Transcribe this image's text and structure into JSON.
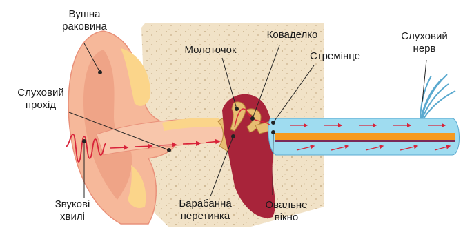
{
  "labels": {
    "outer_ear": {
      "line1": "Вушна",
      "line2": "раковина"
    },
    "ear_canal": {
      "line1": "Слуховий",
      "line2": "прохід"
    },
    "sound_waves": {
      "line1": "Звукові",
      "line2": "хвилі"
    },
    "hammer": "Молоточок",
    "anvil": "Коваделко",
    "stirrup": "Стремінце",
    "auditory_nerve": {
      "line1": "Слуховий",
      "line2": "нерв"
    },
    "eardrum": {
      "line1": "Барабанна",
      "line2": "перетинка"
    },
    "oval_window": {
      "line1": "Овальне",
      "line2": "вікно"
    }
  },
  "colors": {
    "skin": "#f6b89a",
    "skin_dark": "#e9917a",
    "cartilage": "#fbd58a",
    "bone": "#f1e2c7",
    "middle_ear": "#a8243a",
    "ossicles": "#e8bd72",
    "cochlea_tube": "#9fdcf0",
    "cochlea_core": "#f59a1e",
    "nerve_line": "#7a2a58",
    "arrow": "#d8233a",
    "leader_line": "#222222",
    "label_text": "#1a1a1a"
  }
}
